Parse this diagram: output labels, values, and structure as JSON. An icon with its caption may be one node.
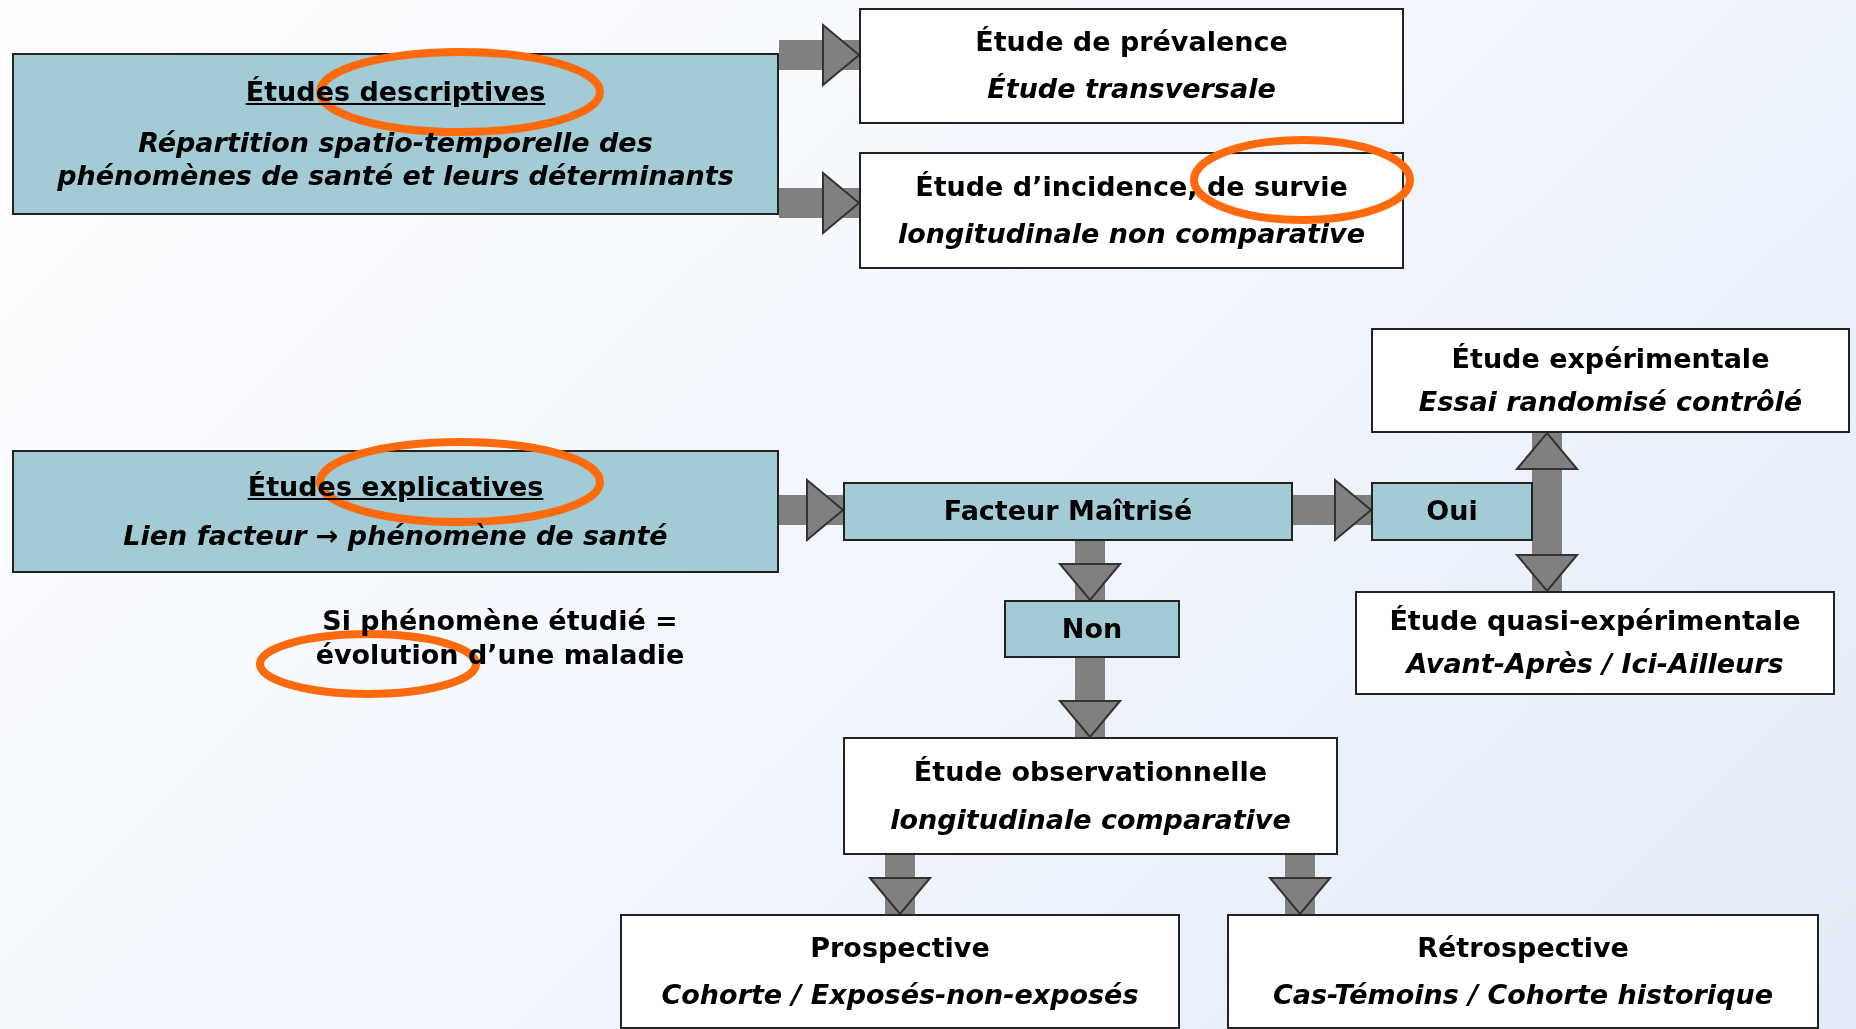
{
  "diagram": {
    "nodes": [
      {
        "text": [
          "Études descriptives",
          "Répartition spatio-temporelle des phénomènes de santé et leurs déterminants"
        ]
      },
      {
        "text": [
          "Étude de prévalence",
          "Étude transversale"
        ]
      },
      {
        "text": [
          "Étude d’incidence, de survie",
          "longitudinale non comparative"
        ]
      },
      {
        "text": [
          "Études explicatives",
          "Lien facteur → phénomène de santé"
        ]
      },
      {
        "text": [
          "Facteur Maîtrisé"
        ]
      },
      {
        "text": [
          "Oui"
        ]
      },
      {
        "text": [
          "Étude expérimentale",
          "Essai randomisé contrôlé"
        ]
      },
      {
        "text": [
          "Étude quasi-expérimentale",
          "Avant-Après / Ici-Ailleurs"
        ]
      },
      {
        "text": [
          "Non"
        ]
      },
      {
        "text": [
          "Étude observationnelle",
          "longitudinale comparative"
        ]
      },
      {
        "text": [
          "Prospective",
          "Cohorte / Exposés-non-exposés"
        ]
      },
      {
        "text": [
          "Rétrospective",
          "Cas-Témoins / Cohorte historique"
        ]
      }
    ],
    "edges": [
      {
        "from": 0,
        "to": 1,
        "arrow": "to"
      },
      {
        "from": 0,
        "to": 2,
        "arrow": "to"
      },
      {
        "from": 3,
        "to": 4,
        "arrow": "to"
      },
      {
        "from": 4,
        "to": 5,
        "arrow": "to"
      },
      {
        "from": 6,
        "to": 7,
        "arrow": "both"
      },
      {
        "from": 4,
        "to": 8,
        "arrow": "to"
      },
      {
        "from": 8,
        "to": 9,
        "arrow": "to"
      },
      {
        "from": 9,
        "to": 10,
        "arrow": "to"
      },
      {
        "from": 9,
        "to": 11,
        "arrow": "to"
      }
    ],
    "labels": [
      "Si phénomène étudié = évolution d’une maladie"
    ]
  }
}
